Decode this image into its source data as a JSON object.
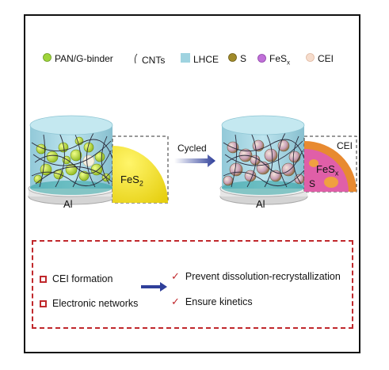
{
  "legend": [
    {
      "icon": "green-sphere-icon",
      "text": "PAN/G-binder"
    },
    {
      "icon": "cnt-line-icon",
      "text": "CNTs"
    },
    {
      "icon": "blue-square-icon",
      "text": "LHCE"
    },
    {
      "icon": "olive-sphere-icon",
      "text": "S"
    },
    {
      "icon": "purple-sphere-icon",
      "text": "FeS",
      "sub": "x"
    },
    {
      "icon": "peach-sphere-icon",
      "text": "CEI"
    }
  ],
  "left_cell": {
    "substrate": "Al",
    "inset_label": "FeS",
    "inset_sub": "2"
  },
  "arrow_label": "Cycled",
  "right_cell": {
    "substrate": "Al",
    "inset_cei": "CEI",
    "inset_fesx": "FeS",
    "inset_sub": "x",
    "inset_s": "S"
  },
  "summary": {
    "left": [
      "CEI formation",
      "Electronic networks"
    ],
    "right": [
      "Prevent dissolution-recrystallization",
      "Ensure kinetics"
    ]
  },
  "colors": {
    "frame": "#111111",
    "dash": "#c0282c",
    "cylinder": "#9fd3e0",
    "green": "#c6e23a",
    "fes2": "#f4e51e",
    "fesx": "#e060a8",
    "sulfur": "#e8a23a"
  }
}
